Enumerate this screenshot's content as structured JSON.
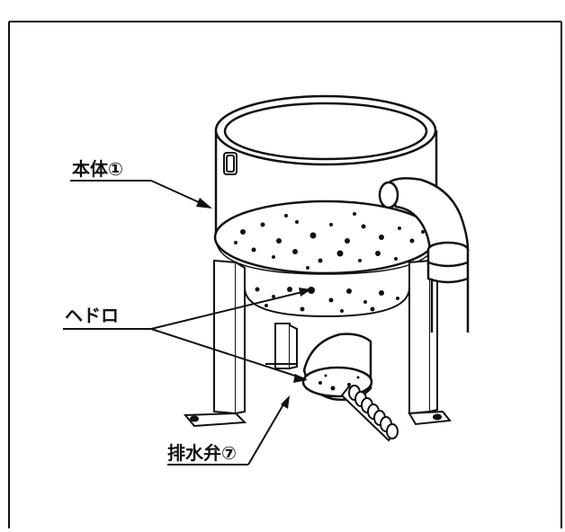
{
  "labels": {
    "body": "本体①",
    "sludge": "ヘドロ",
    "drain_valve": "排水弁⑦"
  },
  "colors": {
    "line": "#111111",
    "background": "#ffffff"
  }
}
